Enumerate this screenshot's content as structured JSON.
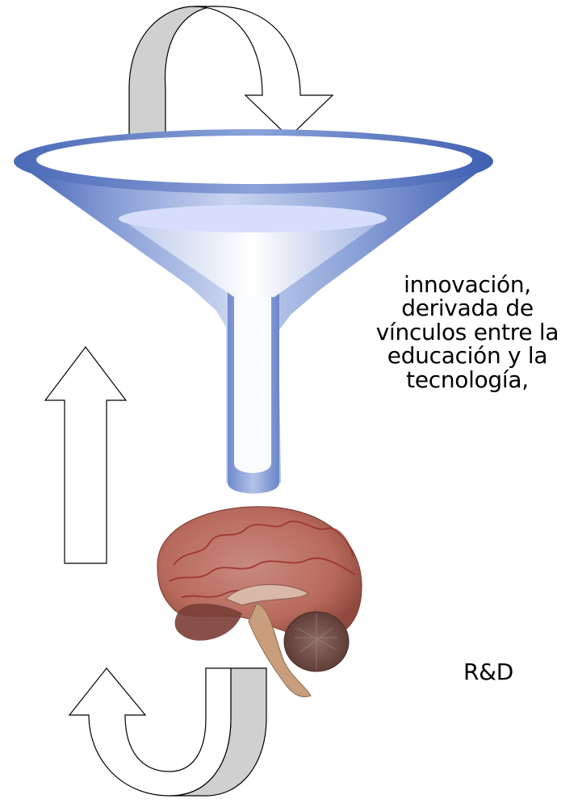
{
  "diagram": {
    "caption_lines": [
      "innovación,",
      "derivada de",
      "vínculos entre la",
      "educación y la",
      "tecnología,"
    ],
    "rd_label": "R&D"
  }
}
